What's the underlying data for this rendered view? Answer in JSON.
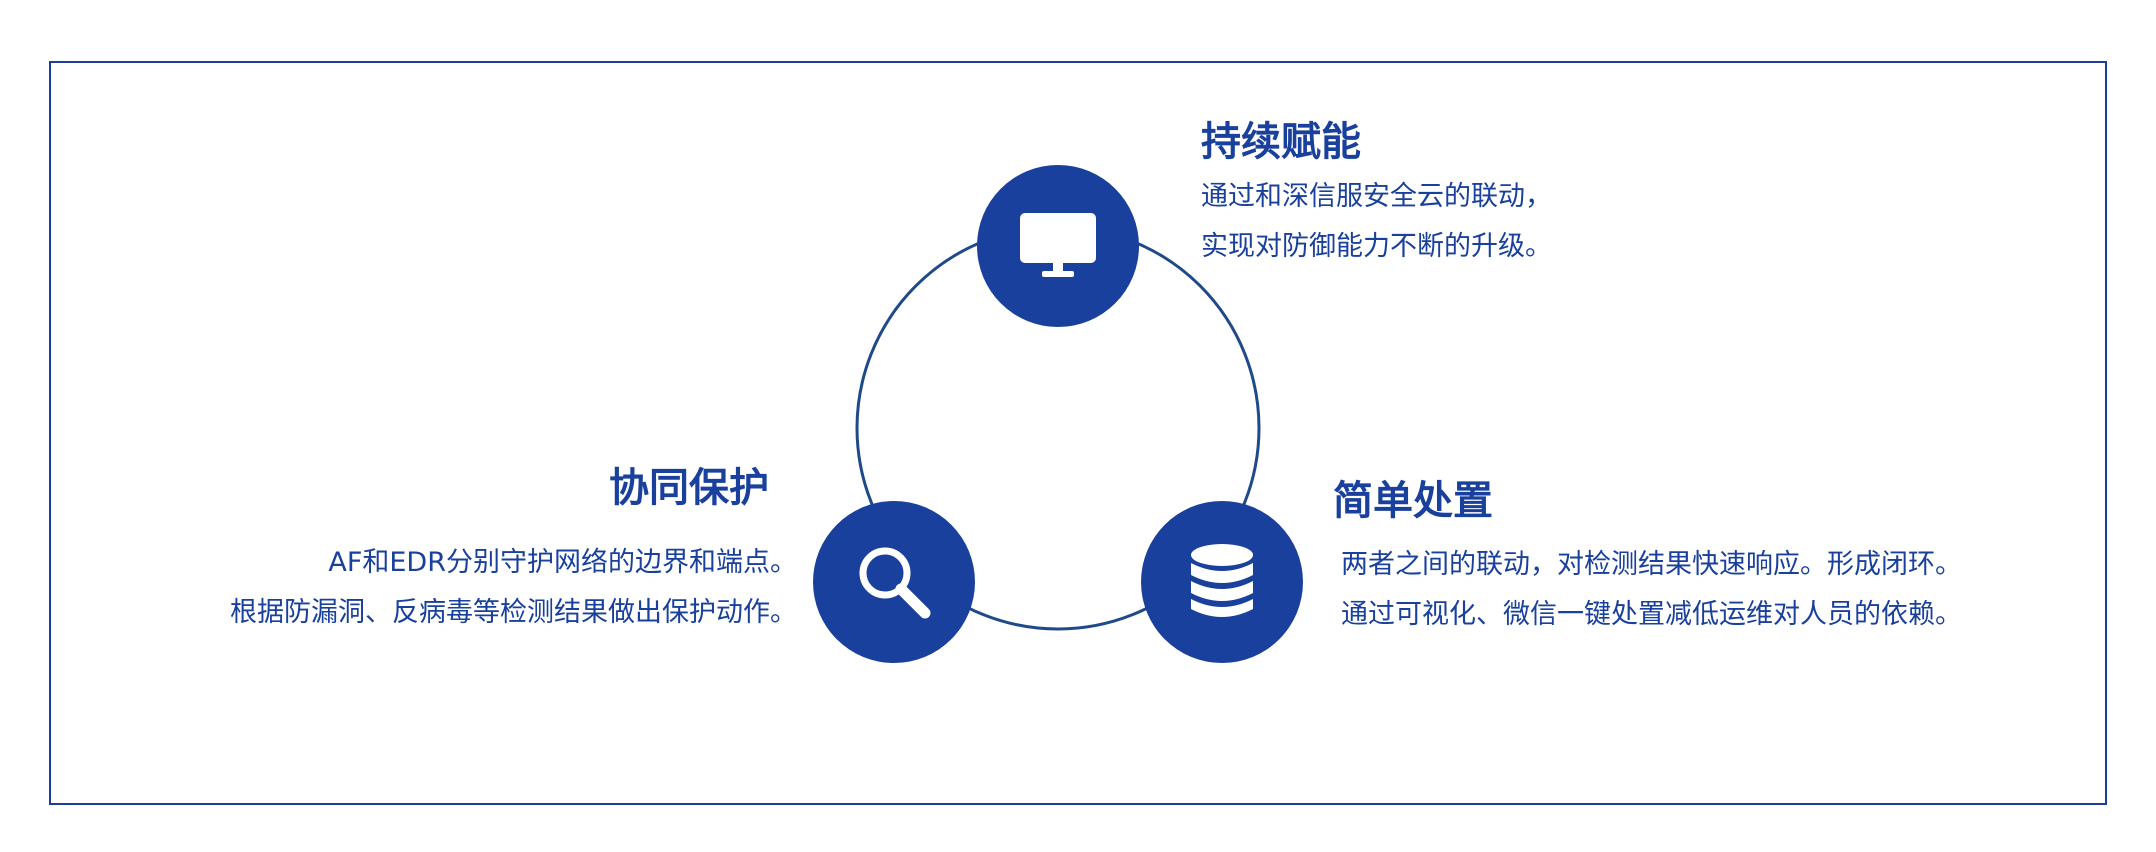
{
  "accent_color": "#19409c",
  "items": {
    "top": {
      "title": "持续赋能",
      "lines": [
        "通过和深信服安全云的联动，",
        "实现对防御能力不断的升级。"
      ],
      "icon": "monitor-icon"
    },
    "left": {
      "title": "协同保护",
      "lines": [
        "AF和EDR分别守护网络的边界和端点。",
        "根据防漏洞、反病毒等检测结果做出保护动作。"
      ],
      "icon": "search-icon"
    },
    "right": {
      "title": "简单处置",
      "lines": [
        "两者之间的联动，对检测结果快速响应。形成闭环。",
        "通过可视化、微信一键处置减低运维对人员的依赖。"
      ],
      "icon": "database-icon"
    }
  }
}
